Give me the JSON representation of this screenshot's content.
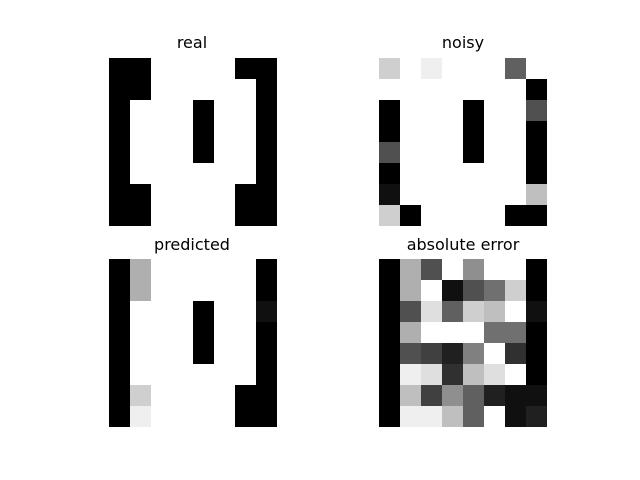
{
  "chart_data": [
    {
      "type": "heatmap",
      "title": "real",
      "colormap": "gray_r",
      "vmin": 0,
      "vmax": 16,
      "values": [
        [
          16,
          16,
          0,
          0,
          0,
          0,
          16,
          16
        ],
        [
          16,
          16,
          0,
          0,
          0,
          0,
          0,
          16
        ],
        [
          16,
          0,
          0,
          0,
          16,
          0,
          0,
          16
        ],
        [
          16,
          0,
          0,
          0,
          16,
          0,
          0,
          16
        ],
        [
          16,
          0,
          0,
          0,
          16,
          0,
          0,
          16
        ],
        [
          16,
          0,
          0,
          0,
          0,
          0,
          0,
          16
        ],
        [
          16,
          16,
          0,
          0,
          0,
          0,
          16,
          16
        ],
        [
          16,
          16,
          0,
          0,
          0,
          0,
          16,
          16
        ]
      ]
    },
    {
      "type": "heatmap",
      "title": "noisy",
      "colormap": "gray_r",
      "vmin": 0,
      "vmax": 16,
      "values": [
        [
          3,
          0,
          1,
          0,
          0,
          0,
          10,
          0
        ],
        [
          0,
          0,
          0,
          0,
          0,
          0,
          0,
          16
        ],
        [
          16,
          0,
          0,
          0,
          16,
          0,
          0,
          11
        ],
        [
          16,
          0,
          0,
          0,
          16,
          0,
          0,
          16
        ],
        [
          11,
          0,
          0,
          0,
          16,
          0,
          0,
          16
        ],
        [
          16,
          0,
          0,
          0,
          0,
          0,
          0,
          16
        ],
        [
          15,
          0,
          0,
          0,
          0,
          0,
          0,
          4
        ],
        [
          3,
          16,
          0,
          0,
          0,
          0,
          16,
          16
        ]
      ]
    },
    {
      "type": "heatmap",
      "title": "predicted",
      "colormap": "gray_r",
      "vmin": 0,
      "vmax": 16,
      "values": [
        [
          16,
          5,
          0,
          0,
          0,
          0,
          0,
          16
        ],
        [
          16,
          5,
          0,
          0,
          0,
          0,
          0,
          16
        ],
        [
          16,
          0,
          0,
          0,
          16,
          0,
          0,
          15
        ],
        [
          16,
          0,
          0,
          0,
          16,
          0,
          0,
          16
        ],
        [
          16,
          0,
          0,
          0,
          16,
          0,
          0,
          16
        ],
        [
          16,
          0,
          0,
          0,
          0,
          0,
          0,
          16
        ],
        [
          16,
          3,
          0,
          0,
          0,
          0,
          16,
          16
        ],
        [
          16,
          1,
          0,
          0,
          0,
          0,
          16,
          16
        ]
      ]
    },
    {
      "type": "heatmap",
      "title": "absolute error",
      "colormap": "gray_r",
      "vmin": 0,
      "vmax": 16,
      "values": [
        [
          16,
          5,
          11,
          0,
          7,
          0,
          0,
          16
        ],
        [
          16,
          5,
          0,
          15,
          11,
          9,
          3,
          16
        ],
        [
          16,
          11,
          2,
          10,
          3,
          4,
          0,
          15
        ],
        [
          16,
          5,
          0,
          0,
          0,
          9,
          9,
          16
        ],
        [
          16,
          11,
          12,
          14,
          8,
          0,
          13,
          16
        ],
        [
          16,
          1,
          2,
          13,
          4,
          2,
          0,
          16
        ],
        [
          16,
          4,
          12,
          7,
          10,
          14,
          15,
          15
        ],
        [
          16,
          1,
          1,
          4,
          10,
          0,
          15,
          14
        ]
      ]
    }
  ]
}
